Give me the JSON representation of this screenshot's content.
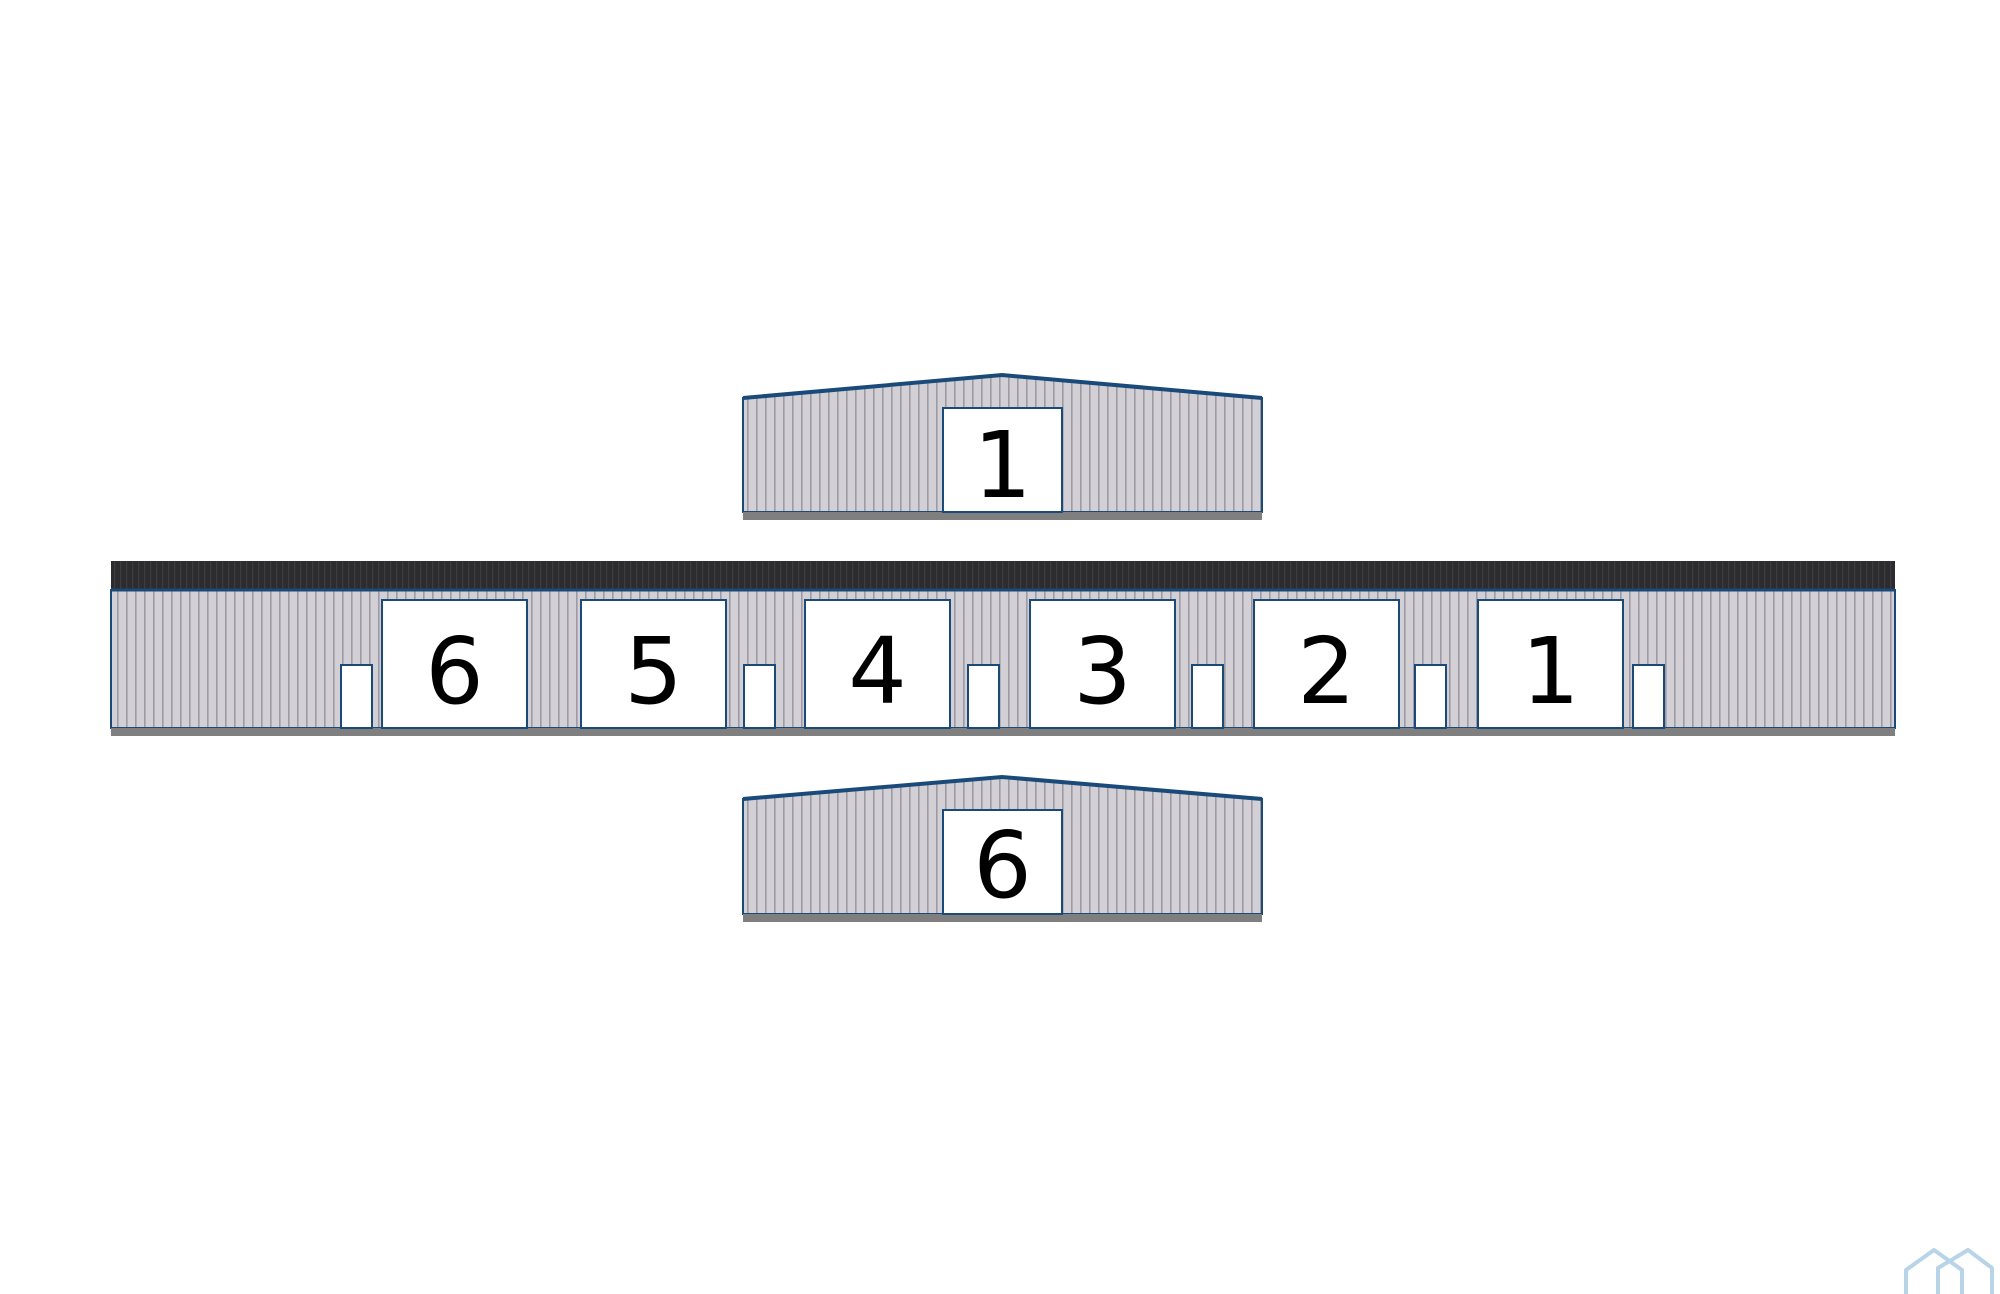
{
  "colors": {
    "wall": "#d2cfd5",
    "panel_line": "#9e9aa4",
    "trim": "#1a4a7a",
    "roof": "#2c2c2e",
    "base": "#7f7f7f",
    "door": "#ffffff",
    "text": "#000000",
    "logo": "#b8d4e8"
  },
  "end_wall_top": {
    "door_label": "1"
  },
  "side_wall": {
    "door_labels": [
      "6",
      "5",
      "4",
      "3",
      "2",
      "1"
    ],
    "walk_door_count": 6
  },
  "end_wall_bottom": {
    "door_label": "6"
  },
  "logo": {
    "icon": "house-outline-icon"
  }
}
